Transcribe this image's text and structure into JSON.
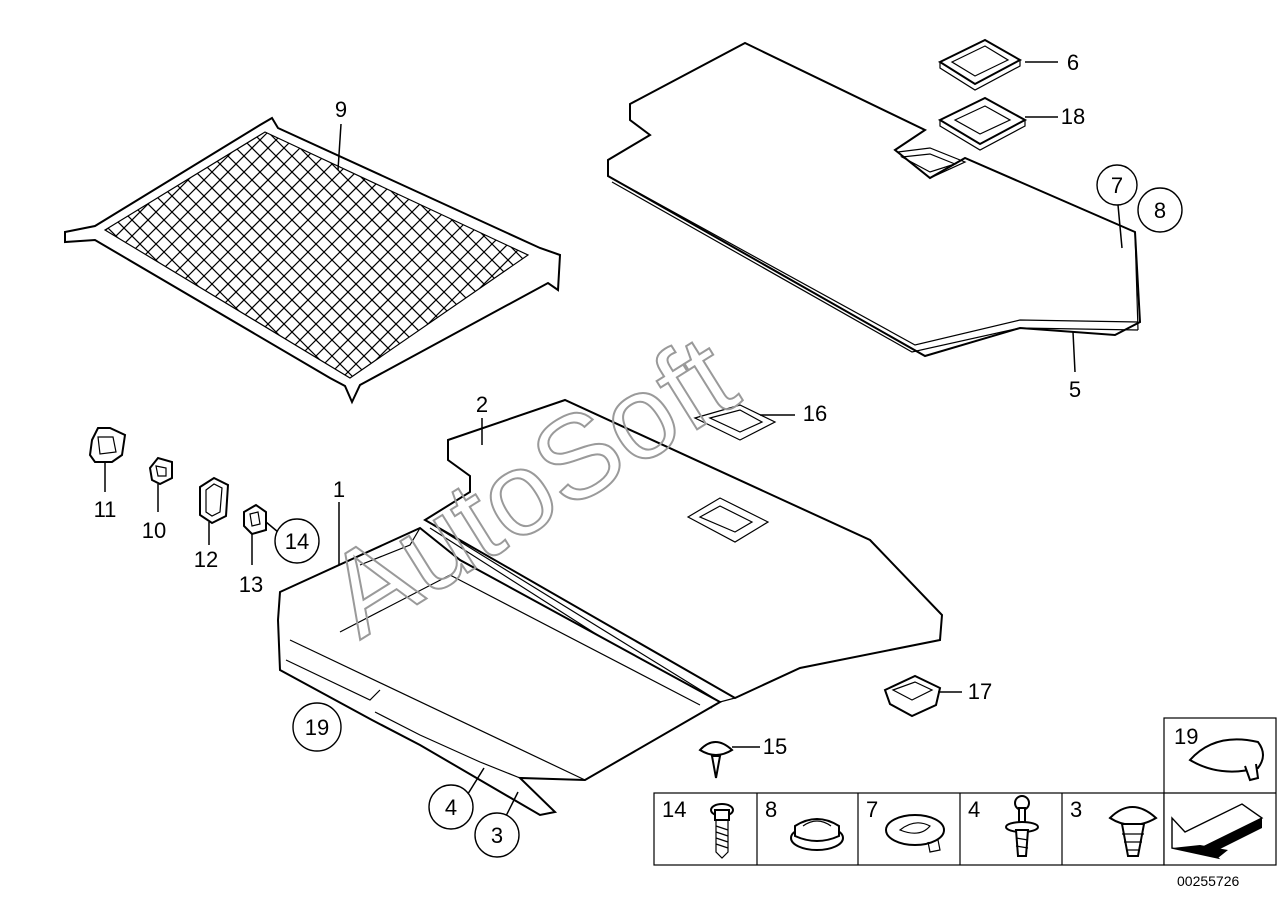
{
  "diagram": {
    "watermark": "AutoSoft",
    "drawing_number": "00255726"
  },
  "parts": [
    {
      "num": "1",
      "circled": false
    },
    {
      "num": "2",
      "circled": false
    },
    {
      "num": "3",
      "circled": true
    },
    {
      "num": "4",
      "circled": true
    },
    {
      "num": "5",
      "circled": false
    },
    {
      "num": "6",
      "circled": false
    },
    {
      "num": "7",
      "circled": true
    },
    {
      "num": "8",
      "circled": true
    },
    {
      "num": "9",
      "circled": false
    },
    {
      "num": "10",
      "circled": false
    },
    {
      "num": "11",
      "circled": false
    },
    {
      "num": "12",
      "circled": false
    },
    {
      "num": "13",
      "circled": false
    },
    {
      "num": "14",
      "circled": true
    },
    {
      "num": "15",
      "circled": false
    },
    {
      "num": "16",
      "circled": false
    },
    {
      "num": "17",
      "circled": false
    },
    {
      "num": "18",
      "circled": false
    },
    {
      "num": "19",
      "circled": true
    }
  ],
  "fastener_table": [
    {
      "num": "14",
      "icon": "screw-icon"
    },
    {
      "num": "8",
      "icon": "grommet-icon"
    },
    {
      "num": "7",
      "icon": "clip-nut-icon"
    },
    {
      "num": "4",
      "icon": "expanding-rivet-icon"
    },
    {
      "num": "3",
      "icon": "spreader-clip-icon"
    }
  ],
  "inset": {
    "num": "19",
    "icon": "cap-icon",
    "arrow_icon": "direction-arrow-icon"
  }
}
